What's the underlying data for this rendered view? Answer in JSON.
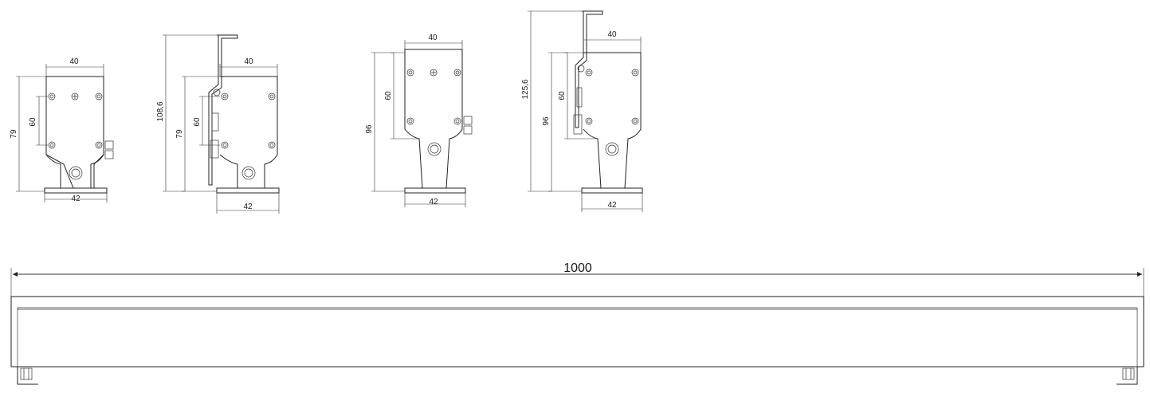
{
  "views": {
    "bracket_a": {
      "width_top": "40",
      "width_base": "42",
      "inner_height": "60",
      "total_height": "79"
    },
    "bracket_b": {
      "width_top": "40",
      "width_base": "42",
      "inner_height": "60",
      "body_height": "79",
      "total_height": "108,6"
    },
    "bracket_c": {
      "width_top": "40",
      "width_base": "42",
      "inner_height": "60",
      "total_height": "96"
    },
    "bracket_d": {
      "width_top": "40",
      "width_base": "42",
      "inner_height": "60",
      "body_height": "96",
      "total_height": "125,6"
    }
  },
  "bar": {
    "length": "1000"
  },
  "colors": {
    "line": "#222222",
    "background": "#ffffff"
  }
}
